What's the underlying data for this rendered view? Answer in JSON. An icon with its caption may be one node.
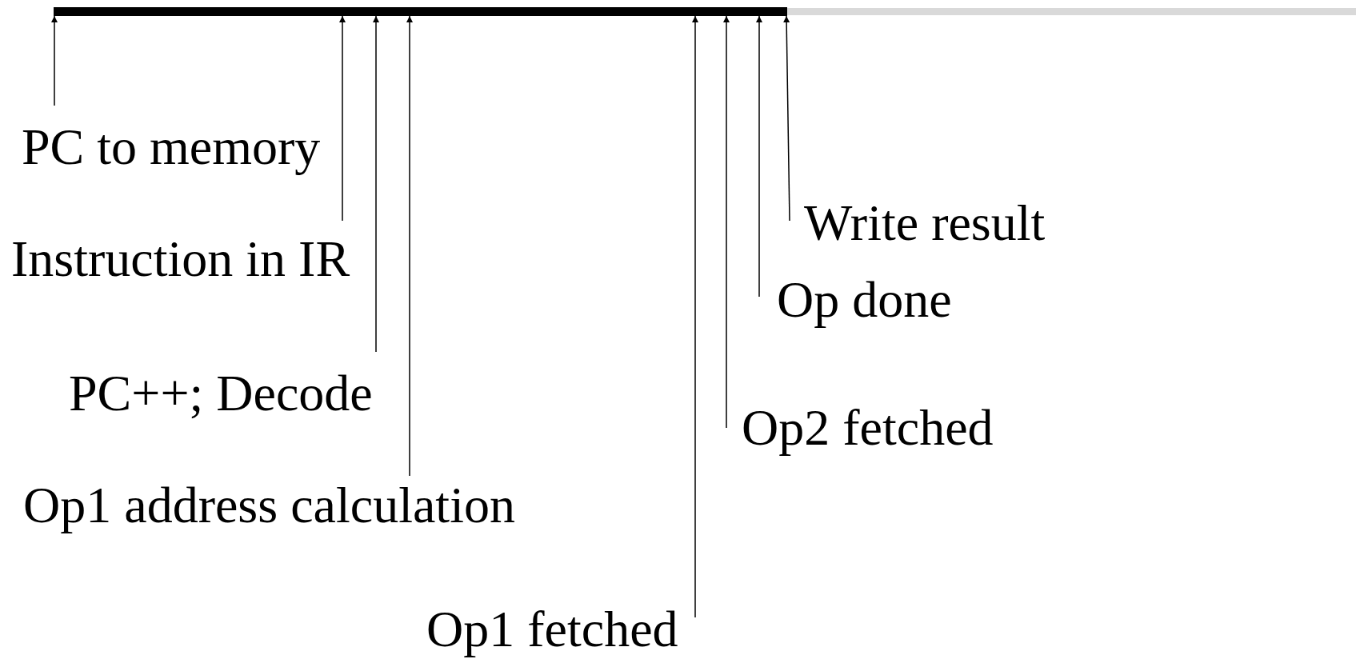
{
  "diagram": {
    "nodes": [
      {
        "text": [],
        "shape": "bar"
      },
      {
        "text": [],
        "shape": "bar"
      },
      {
        "text": [
          "PC to memory"
        ]
      },
      {
        "text": [
          "Instruction in IR"
        ]
      },
      {
        "text": [
          "PC++; Decode"
        ]
      },
      {
        "text": [
          "Op1 address calculation"
        ]
      },
      {
        "text": [
          "Op1 fetched"
        ]
      },
      {
        "text": [
          "Op2 fetched"
        ]
      },
      {
        "text": [
          "Op done"
        ]
      },
      {
        "text": [
          "Write result"
        ]
      }
    ],
    "edges": [
      {
        "from": 2,
        "to": 0,
        "arrow": "to"
      },
      {
        "from": 3,
        "to": 0,
        "arrow": "to"
      },
      {
        "from": 4,
        "to": 0,
        "arrow": "to"
      },
      {
        "from": 5,
        "to": 0,
        "arrow": "to"
      },
      {
        "from": 6,
        "to": 0,
        "arrow": "to"
      },
      {
        "from": 7,
        "to": 0,
        "arrow": "to"
      },
      {
        "from": 8,
        "to": 0,
        "arrow": "to"
      },
      {
        "from": 9,
        "to": 0,
        "arrow": "to"
      }
    ]
  }
}
